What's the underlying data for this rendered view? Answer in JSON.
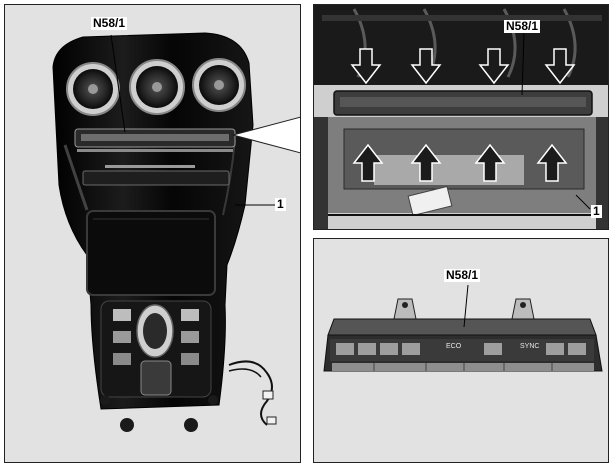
{
  "labels": {
    "main_module": "N58/1",
    "main_trim": "1",
    "detail_module": "N58/1",
    "detail_trim": "1",
    "unit_module": "N58/1"
  },
  "unit_buttons": {
    "left_center": "ECO",
    "right_center": "SYNC"
  },
  "colors": {
    "panel_bg": "#e2e2e2",
    "console_black": "#111111",
    "chrome": "#c8c8c8",
    "arrow": "#1b1b1b"
  },
  "icons": [
    "down-arrow-icon",
    "up-arrow-icon",
    "air-vent-icon"
  ]
}
